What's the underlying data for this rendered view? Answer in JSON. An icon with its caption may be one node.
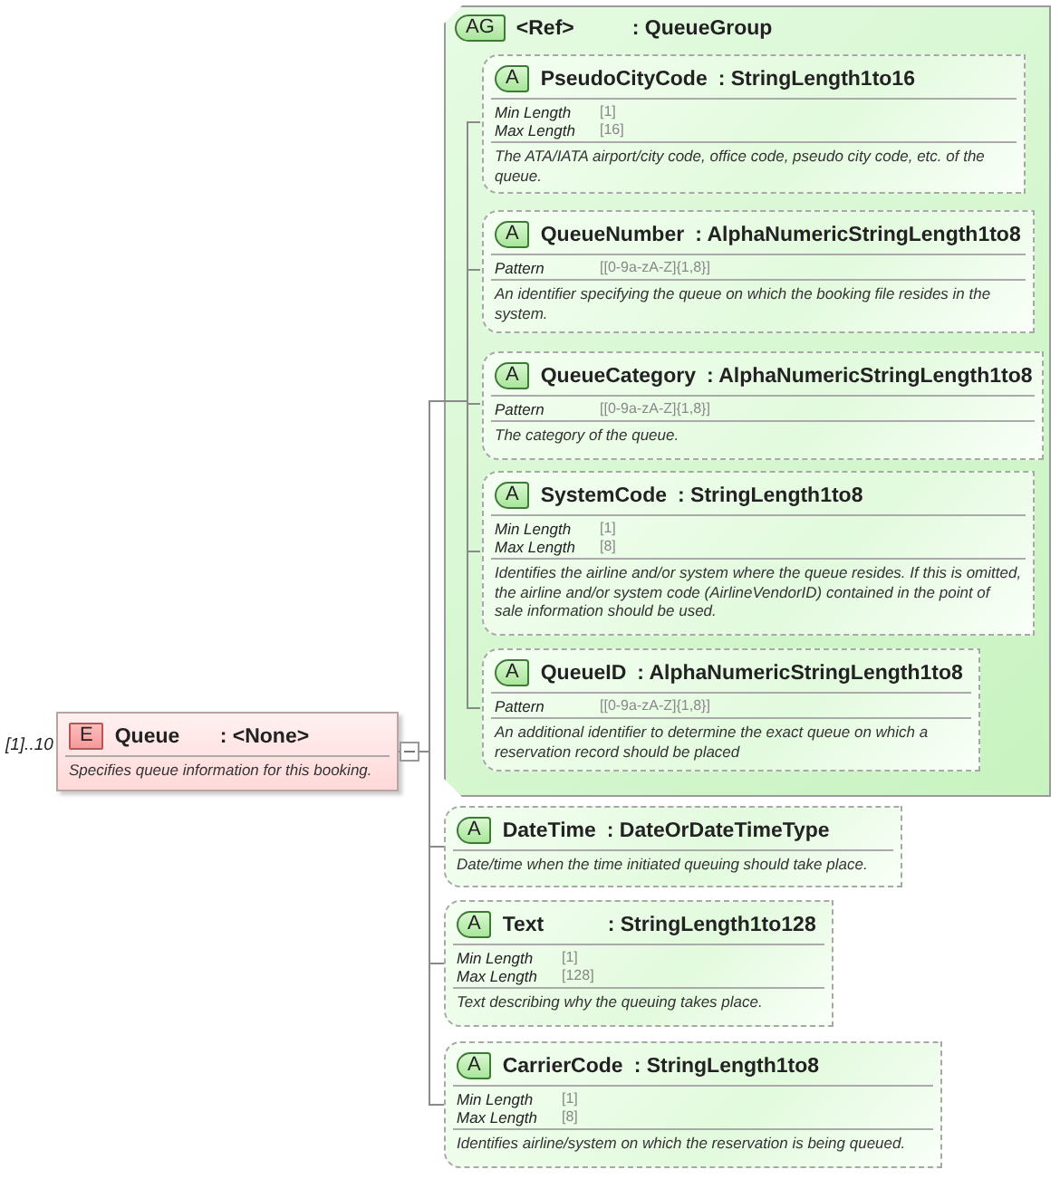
{
  "diagram": {
    "nodes": [
      {
        "text": [
          "E",
          "Queue",
          ": <None>",
          "Specifies queue information for this booking."
        ],
        "beside": [
          "[1]..10"
        ]
      },
      {
        "text": [
          "AG",
          "<Ref>",
          ": QueueGroup"
        ]
      },
      {
        "text": [
          "A",
          "PseudoCityCode",
          ": StringLength1to16",
          "Min Length",
          "[1]",
          "Max Length",
          "[16]",
          "The ATA/IATA airport/city code, office code, pseudo city code, etc. of the queue."
        ],
        "in": 1
      },
      {
        "text": [
          "A",
          "QueueNumber",
          ": AlphaNumericStringLength1to8",
          "Pattern",
          "[[0-9a-zA-Z]{1,8}]",
          "An identifier specifying the queue on which the booking file resides in the system."
        ],
        "in": 1
      },
      {
        "text": [
          "A",
          "QueueCategory",
          ": AlphaNumericStringLength1to8",
          "Pattern",
          "[[0-9a-zA-Z]{1,8}]",
          "The category of the queue."
        ],
        "in": 1
      },
      {
        "text": [
          "A",
          "SystemCode",
          ": StringLength1to8",
          "Min Length",
          "[1]",
          "Max Length",
          "[8]",
          "Identifies the airline and/or system where the queue resides. If this is omitted, the airline and/or system code (AirlineVendorID) contained in the point of sale information should be used."
        ],
        "in": 1
      },
      {
        "text": [
          "A",
          "QueueID",
          ": AlphaNumericStringLength1to8",
          "Pattern",
          "[[0-9a-zA-Z]{1,8}]",
          "An additional identifier to determine the exact queue on which a reservation record should be placed"
        ],
        "in": 1
      },
      {
        "text": [
          "A",
          "DateTime",
          ": DateOrDateTimeType",
          "Date/time when the time initiated queuing should take place."
        ]
      },
      {
        "text": [
          "A",
          "Text",
          ": StringLength1to128",
          "Min Length",
          "[1]",
          "Max Length",
          "[128]",
          "Text describing why the queuing takes place."
        ]
      },
      {
        "text": [
          "A",
          "CarrierCode",
          ": StringLength1to8",
          "Min Length",
          "[1]",
          "Max Length",
          "[8]",
          "Identifies airline/system on which the reservation is being queued."
        ]
      }
    ],
    "edges": [
      {
        "from": 0,
        "to": 2,
        "arrow": "none"
      },
      {
        "from": 0,
        "to": 3,
        "arrow": "none"
      },
      {
        "from": 0,
        "to": 4,
        "arrow": "none"
      },
      {
        "from": 0,
        "to": 5,
        "arrow": "none"
      },
      {
        "from": 0,
        "to": 6,
        "arrow": "none"
      },
      {
        "from": 0,
        "to": 7,
        "arrow": "none"
      },
      {
        "from": 0,
        "to": 8,
        "arrow": "none"
      },
      {
        "from": 0,
        "to": 9,
        "arrow": "none"
      }
    ]
  }
}
